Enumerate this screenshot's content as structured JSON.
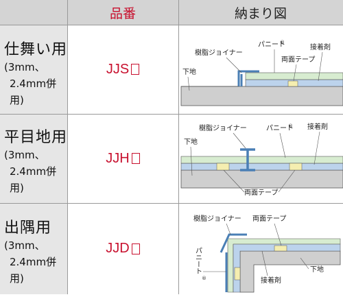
{
  "header": {
    "col_code": "品番",
    "col_diagram": "納まり図"
  },
  "colors": {
    "accent_red": "#c8102e",
    "header_bg": "#d4d4d4",
    "label_bg": "#e6e6e6",
    "panel_green": "#d7ecd0",
    "tape_yellow": "#f5eeb0",
    "base_gray": "#cfcfcf",
    "joiner_blue": "#4a7fb5"
  },
  "rows": [
    {
      "name": "仕舞い用",
      "sub1": "(3mm、",
      "sub2": "2.4mm併用)",
      "code": "JJS",
      "callouts": {
        "joiner": "樹脂ジョイナー",
        "panel": "パニート",
        "mark": "®",
        "tape": "両面テープ",
        "adhesive": "接着剤",
        "base": "下地"
      }
    },
    {
      "name": "平目地用",
      "sub1": "(3mm、",
      "sub2": "2.4mm併用)",
      "code": "JJH",
      "callouts": {
        "joiner": "樹脂ジョイナー",
        "panel": "パニート",
        "mark": "®",
        "tape": "両面テープ",
        "adhesive": "接着剤",
        "base": "下地"
      }
    },
    {
      "name": "出隅用",
      "sub1": "(3mm、",
      "sub2": "2.4mm併用)",
      "code": "JJD",
      "callouts": {
        "joiner": "樹脂ジョイナー",
        "panel": "パニート",
        "mark": "®",
        "tape": "両面テープ",
        "adhesive": "接着剤",
        "base": "下地"
      }
    }
  ]
}
